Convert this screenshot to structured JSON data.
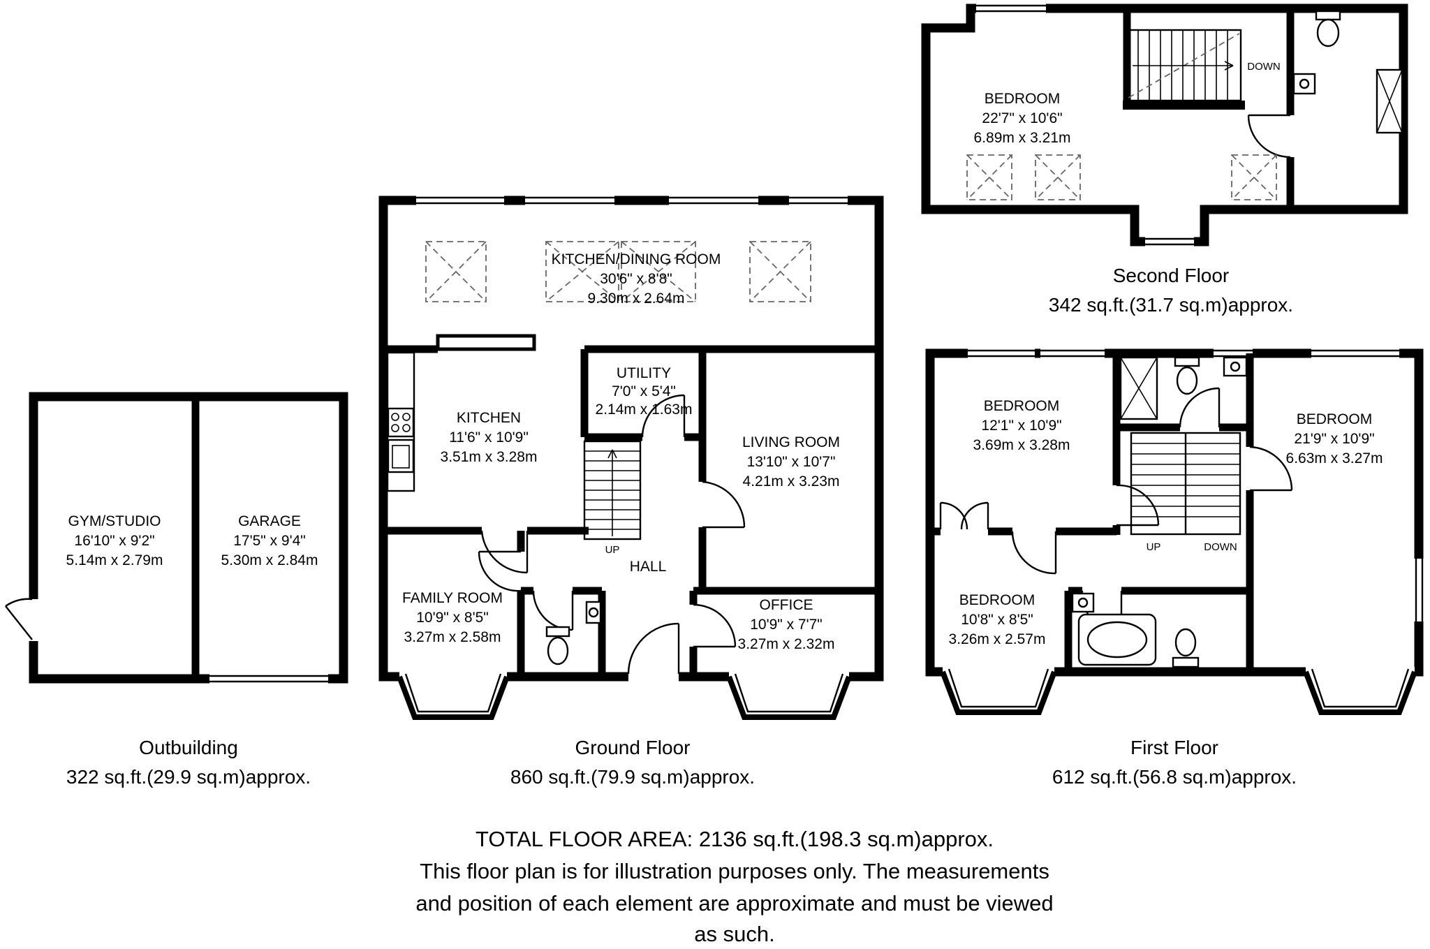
{
  "plans": {
    "outbuilding": {
      "caption": "Outbuilding",
      "area": "322 sq.ft.(29.9 sq.m)approx.",
      "rooms": {
        "gym": {
          "name": "GYM/STUDIO",
          "imperial": "16'10\" x 9'2\"",
          "metric": "5.14m x 2.79m"
        },
        "garage": {
          "name": "GARAGE",
          "imperial": "17'5\" x 9'4\"",
          "metric": "5.30m x 2.84m"
        }
      }
    },
    "ground": {
      "caption": "Ground Floor",
      "area": "860 sq.ft.(79.9 sq.m)approx.",
      "stairs_up": "UP",
      "rooms": {
        "kitchen_dining": {
          "name": "KITCHEN/DINING ROOM",
          "imperial": "30'6\" x 8'8\"",
          "metric": "9.30m x 2.64m"
        },
        "utility": {
          "name": "UTILITY",
          "imperial": "7'0\" x 5'4\"",
          "metric": "2.14m x 1.63m"
        },
        "kitchen": {
          "name": "KITCHEN",
          "imperial": "11'6\" x 10'9\"",
          "metric": "3.51m x 3.28m"
        },
        "living_room": {
          "name": "LIVING ROOM",
          "imperial": "13'10\" x 10'7\"",
          "metric": "4.21m x 3.23m"
        },
        "hall": {
          "name": "HALL"
        },
        "family_room": {
          "name": "FAMILY ROOM",
          "imperial": "10'9\" x 8'5\"",
          "metric": "3.27m x 2.58m"
        },
        "office": {
          "name": "OFFICE",
          "imperial": "10'9\" x 7'7\"",
          "metric": "3.27m x 2.32m"
        }
      }
    },
    "first": {
      "caption": "First Floor",
      "area": "612 sq.ft.(56.8 sq.m)approx.",
      "stairs_up": "UP",
      "stairs_down": "DOWN",
      "rooms": {
        "bedroom_front": {
          "name": "BEDROOM",
          "imperial": "12'1\" x 10'9\"",
          "metric": "3.69m x 3.28m"
        },
        "bedroom_large": {
          "name": "BEDROOM",
          "imperial": "21'9\" x 10'9\"",
          "metric": "6.63m x 3.27m"
        },
        "bedroom_rear": {
          "name": "BEDROOM",
          "imperial": "10'8\" x 8'5\"",
          "metric": "3.26m x 2.57m"
        }
      }
    },
    "second": {
      "caption": "Second Floor",
      "area": "342 sq.ft.(31.7 sq.m)approx.",
      "stairs_down": "DOWN",
      "rooms": {
        "bedroom": {
          "name": "BEDROOM",
          "imperial": "22'7\" x 10'6\"",
          "metric": "6.89m x 3.21m"
        }
      }
    }
  },
  "footer": {
    "line1": "TOTAL FLOOR AREA: 2136 sq.ft.(198.3 sq.m)approx.",
    "line2": "This floor plan is for illustration purposes only. The measurements",
    "line3": "and position of each element are approximate and must be viewed",
    "line4": "as such."
  },
  "colors": {
    "wall": "#000000",
    "background": "#ffffff"
  }
}
